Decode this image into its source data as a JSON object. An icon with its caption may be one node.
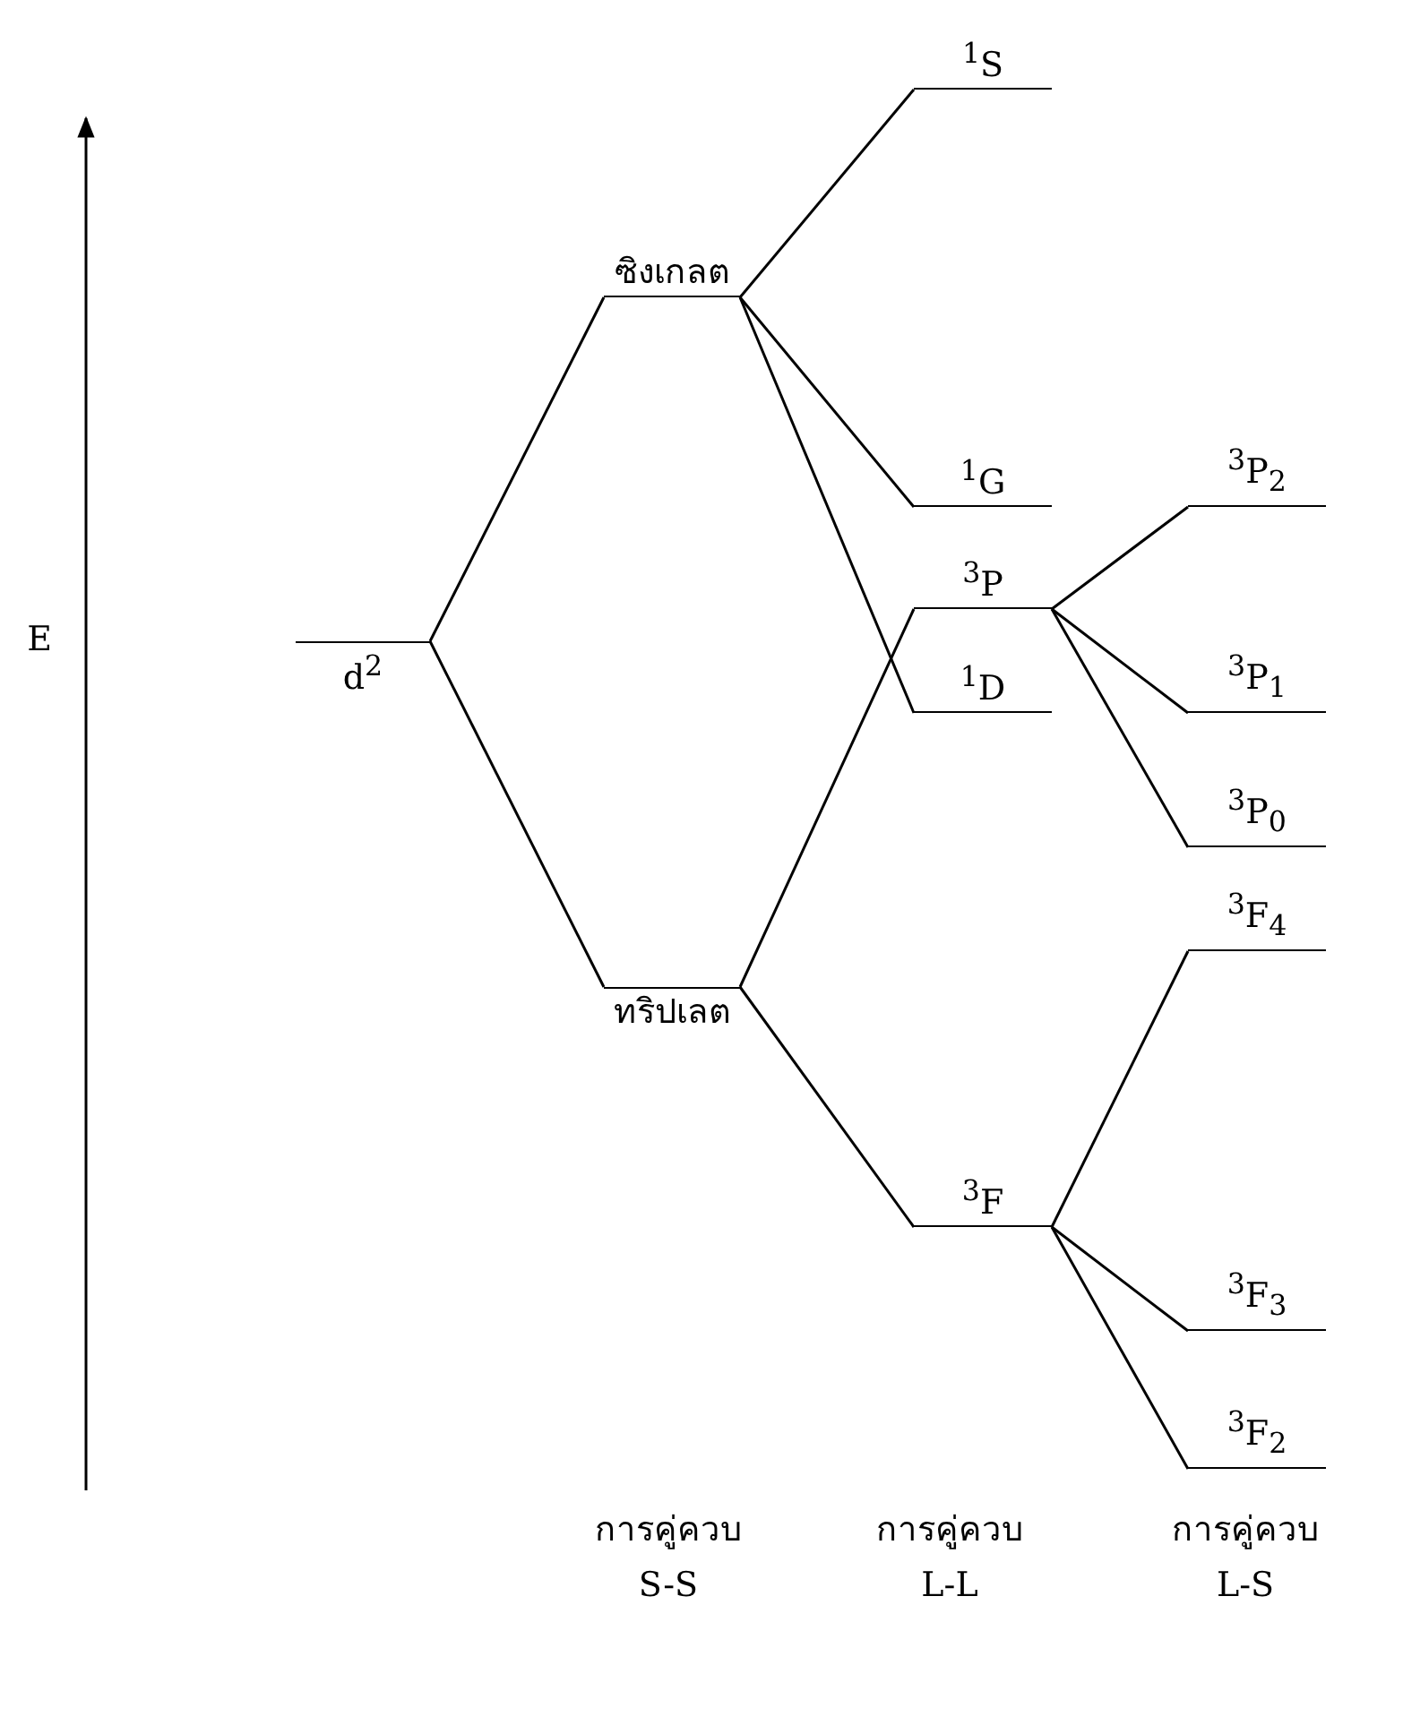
{
  "diagram": {
    "nodes": [
      {
        "text": [
          "d$^{2}$"
        ]
      },
      {
        "text": [
          "ซิงเกลต"
        ]
      },
      {
        "text": [
          "ทริปเลต"
        ]
      },
      {
        "text": [
          "$^{1}$S"
        ]
      },
      {
        "text": [
          "$^{1}$G"
        ]
      },
      {
        "text": [
          "$^{3}$P"
        ]
      },
      {
        "text": [
          "$^{1}$D"
        ]
      },
      {
        "text": [
          "$^{3}$F"
        ]
      },
      {
        "text": [
          "$^{3}$P$_{2}$"
        ]
      },
      {
        "text": [
          "$^{3}$P$_{1}$"
        ]
      },
      {
        "text": [
          "$^{3}$P$_{0}$"
        ]
      },
      {
        "text": [
          "$^{3}$F$_{4}$"
        ]
      },
      {
        "text": [
          "$^{3}$F$_{3}$"
        ]
      },
      {
        "text": [
          "$^{3}$F$_{2}$"
        ]
      }
    ],
    "edges": [
      {
        "from": 0,
        "to": 1,
        "arrow": "none"
      },
      {
        "from": 0,
        "to": 2,
        "arrow": "none"
      },
      {
        "from": 1,
        "to": 3,
        "arrow": "none"
      },
      {
        "from": 1,
        "to": 4,
        "arrow": "none"
      },
      {
        "from": 1,
        "to": 6,
        "arrow": "none"
      },
      {
        "from": 2,
        "to": 5,
        "arrow": "none"
      },
      {
        "from": 2,
        "to": 7,
        "arrow": "none"
      },
      {
        "from": 5,
        "to": 8,
        "arrow": "none"
      },
      {
        "from": 5,
        "to": 9,
        "arrow": "none"
      },
      {
        "from": 5,
        "to": 10,
        "arrow": "none"
      },
      {
        "from": 7,
        "to": 11,
        "arrow": "none"
      },
      {
        "from": 7,
        "to": 12,
        "arrow": "none"
      },
      {
        "from": 7,
        "to": 13,
        "arrow": "none"
      }
    ],
    "labels": [
      "E",
      "การคู่ควบ",
      "การคู่ควบ",
      "การคู่ควบ",
      "S-S",
      "L-L",
      "L-S"
    ]
  }
}
